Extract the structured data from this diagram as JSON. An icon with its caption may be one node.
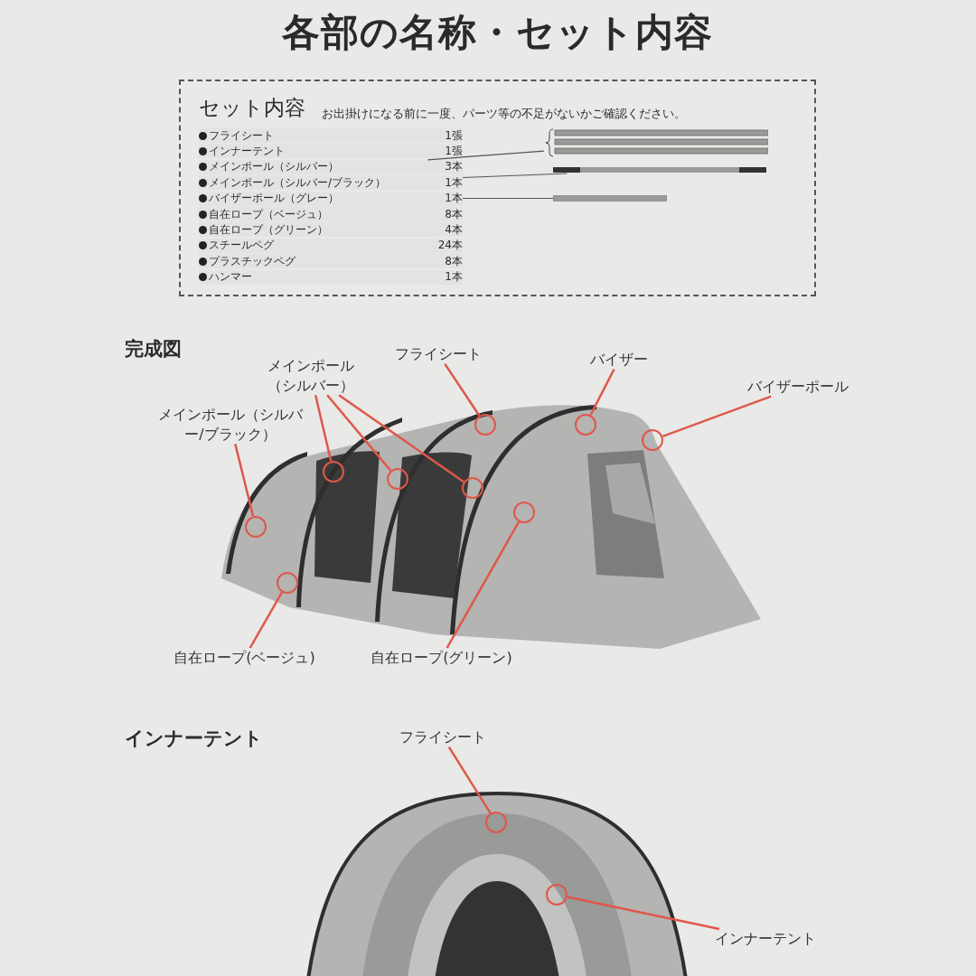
{
  "diagram": {
    "title": "各部の名称・セット内容",
    "nodes": [
      {
        "text": [
          "セット内容",
          "お出掛けになる前に一度、パーツ等の不足がないかご確認ください。"
        ]
      },
      {
        "text": [
          "フライシート",
          "1張"
        ],
        "in": 0
      },
      {
        "text": [
          "インナーテント",
          "1張"
        ],
        "in": 0
      },
      {
        "text": [
          "メインポール（シルバー）",
          "3本"
        ],
        "in": 0
      },
      {
        "text": [
          "メインポール（シルバー/ブラック）",
          "1本"
        ],
        "in": 0
      },
      {
        "text": [
          "バイザーポール（グレー）",
          "1本"
        ],
        "in": 0
      },
      {
        "text": [
          "自在ロープ（ベージュ）",
          "8本"
        ],
        "in": 0
      },
      {
        "text": [
          "自在ロープ（グリーン）",
          "4本"
        ],
        "in": 0
      },
      {
        "text": [
          "スチールペグ",
          "24本"
        ],
        "in": 0
      },
      {
        "text": [
          "プラスチックペグ",
          "8本"
        ],
        "in": 0
      },
      {
        "text": [
          "ハンマー",
          "1本"
        ],
        "in": 0
      },
      {
        "text": [],
        "shape": "bar",
        "in": 0
      },
      {
        "text": [],
        "shape": "bar",
        "in": 0
      },
      {
        "text": [],
        "shape": "bar",
        "in": 0
      },
      {
        "text": [],
        "shape": "picture"
      },
      {
        "text": [],
        "shape": "circle",
        "in": 14
      },
      {
        "text": [],
        "shape": "circle",
        "in": 14
      },
      {
        "text": [],
        "shape": "circle",
        "in": 14
      },
      {
        "text": [],
        "shape": "circle",
        "in": 14
      },
      {
        "text": [],
        "shape": "circle",
        "in": 14
      },
      {
        "text": [],
        "shape": "circle",
        "in": 14
      },
      {
        "text": [],
        "shape": "circle",
        "in": 14
      },
      {
        "text": [],
        "shape": "circle",
        "in": 14
      },
      {
        "text": [],
        "shape": "circle",
        "in": 14
      },
      {
        "text": [
          "メインポール（シルバー）"
        ]
      },
      {
        "text": [
          "フライシート"
        ]
      },
      {
        "text": [
          "バイザー"
        ]
      },
      {
        "text": [
          "バイザーポール"
        ]
      },
      {
        "text": [
          "メインポール（シルバー/ブラック）"
        ]
      },
      {
        "text": [
          "自在ロープ(ベージュ)"
        ]
      },
      {
        "text": [
          "自在ロープ(グリーン)"
        ]
      },
      {
        "text": [],
        "shape": "picture"
      },
      {
        "text": [],
        "shape": "circle",
        "in": 31
      },
      {
        "text": [],
        "shape": "circle",
        "in": 31
      },
      {
        "text": [
          "フライシート"
        ]
      },
      {
        "text": [
          "インナーテント"
        ]
      }
    ],
    "edges": [
      {
        "from": 3,
        "to": 11,
        "arrow": "none",
        "color": "#555555"
      },
      {
        "from": 4,
        "to": 12,
        "arrow": "none",
        "color": "#555555"
      },
      {
        "from": 5,
        "to": 13,
        "arrow": "none",
        "color": "#555555"
      },
      {
        "from": 24,
        "to": 17,
        "arrow": "none"
      },
      {
        "from": 24,
        "to": 18,
        "arrow": "none"
      },
      {
        "from": 24,
        "to": 19,
        "arrow": "none"
      },
      {
        "from": 25,
        "to": 20,
        "arrow": "none"
      },
      {
        "from": 26,
        "to": 22,
        "arrow": "none"
      },
      {
        "from": 27,
        "to": 23,
        "arrow": "none"
      },
      {
        "from": 28,
        "to": 15,
        "arrow": "none"
      },
      {
        "from": 29,
        "to": 16,
        "arrow": "none"
      },
      {
        "from": 30,
        "to": 21,
        "arrow": "none"
      },
      {
        "from": 34,
        "to": 32,
        "arrow": "none"
      },
      {
        "from": 35,
        "to": 33,
        "arrow": "none"
      }
    ],
    "labels": [
      "完成図",
      "インナーテント"
    ]
  }
}
